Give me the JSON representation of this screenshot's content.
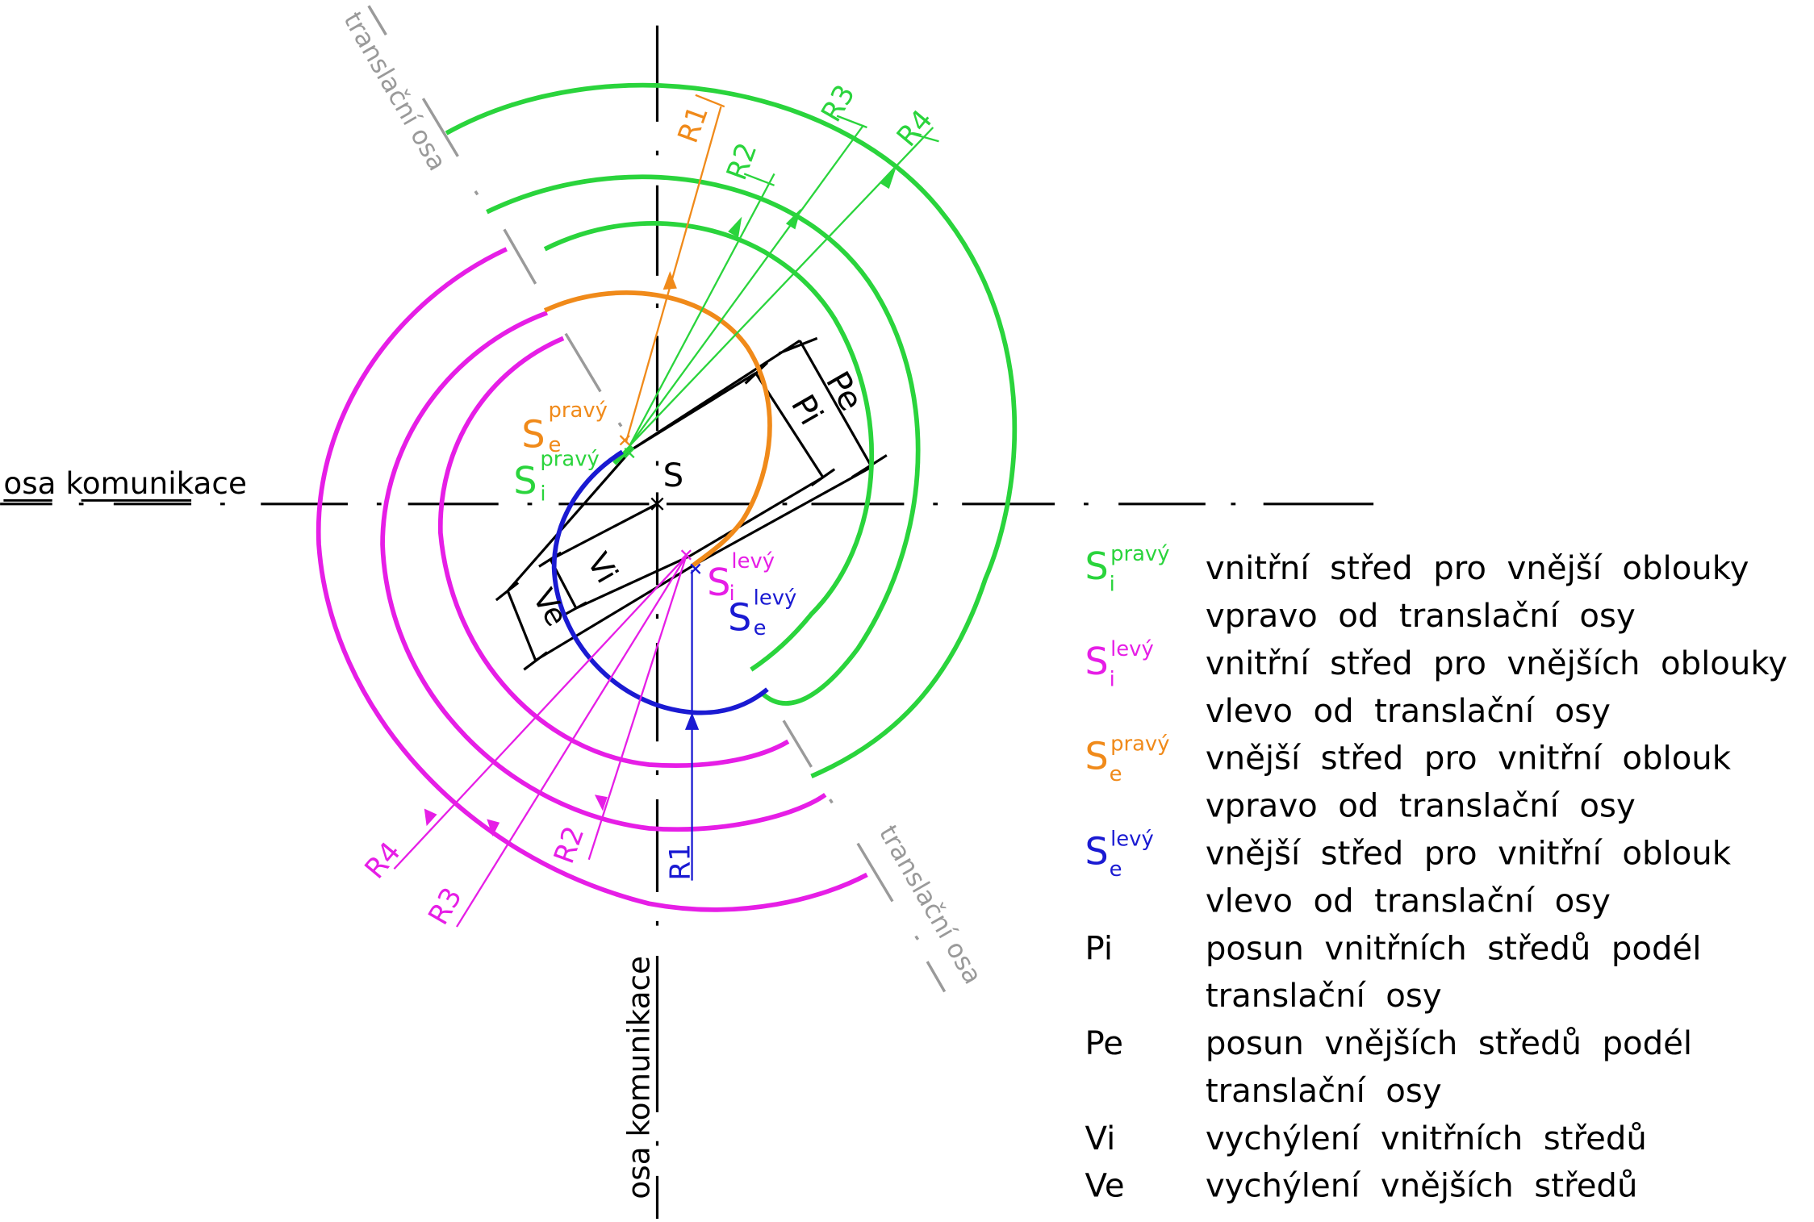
{
  "colors": {
    "green": "#2ad43c",
    "magenta": "#e61ee6",
    "orange": "#f08a1a",
    "blue": "#1a1ad2",
    "black": "#000000",
    "gray": "#9a9a9a"
  },
  "labels": {
    "axis_horizontal": "osa  komunikace",
    "axis_vertical": "osa  komunikace",
    "translation_axis_top": "translační  osa",
    "translation_axis_bottom": "translační  osa",
    "center": "S",
    "pe": "Pe",
    "pi": "Pi",
    "vi": "Vi",
    "ve": "Ve",
    "r1_top": "R1",
    "r2_top": "R2",
    "r3_top": "R3",
    "r4_top": "R4",
    "r1_bottom": "R1",
    "r2_bottom": "R2",
    "r3_bottom": "R3",
    "r4_bottom": "R4",
    "se_pravy_base": "S",
    "se_pravy_sup": "pravý",
    "se_pravy_sub": "e",
    "si_pravy_base": "S",
    "si_pravy_sup": "pravý",
    "si_pravy_sub": "i",
    "si_levy_base": "S",
    "si_levy_sup": "levý",
    "si_levy_sub": "i",
    "se_levy_base": "S",
    "se_levy_sup": "levý",
    "se_levy_sub": "e"
  },
  "legend": [
    {
      "sym": "S",
      "sup": "pravý",
      "sub": "i",
      "color": "green",
      "lines": [
        "vnitřní  střed  pro  vnější  oblouky",
        "vpravo  od  translační  osy"
      ]
    },
    {
      "sym": "S",
      "sup": "levý",
      "sub": "i",
      "color": "magenta",
      "lines": [
        "vnitřní  střed  pro  vnějších  oblouky",
        "vlevo  od  translační  osy"
      ]
    },
    {
      "sym": "S",
      "sup": "pravý",
      "sub": "e",
      "color": "orange",
      "lines": [
        "vnější  střed  pro  vnitřní  oblouk",
        "vpravo  od  translační  osy"
      ]
    },
    {
      "sym": "S",
      "sup": "levý",
      "sub": "e",
      "color": "blue",
      "lines": [
        "vnější  střed  pro  vnitřní  oblouk",
        "vlevo  od  translační  osy"
      ]
    },
    {
      "sym": "Pi",
      "sup": "",
      "sub": "",
      "color": "black",
      "lines": [
        "posun  vnitřních  středů  podél",
        "translační  osy"
      ]
    },
    {
      "sym": "Pe",
      "sup": "",
      "sub": "",
      "color": "black",
      "lines": [
        "posun  vnějších  středů  podél",
        "translační  osy"
      ]
    },
    {
      "sym": "Vi",
      "sup": "",
      "sub": "",
      "color": "black",
      "lines": [
        "vychýlení  vnitřních  středů"
      ]
    },
    {
      "sym": "Ve",
      "sup": "",
      "sub": "",
      "color": "black",
      "lines": [
        "vychýlení  vnějších  středů"
      ]
    }
  ]
}
